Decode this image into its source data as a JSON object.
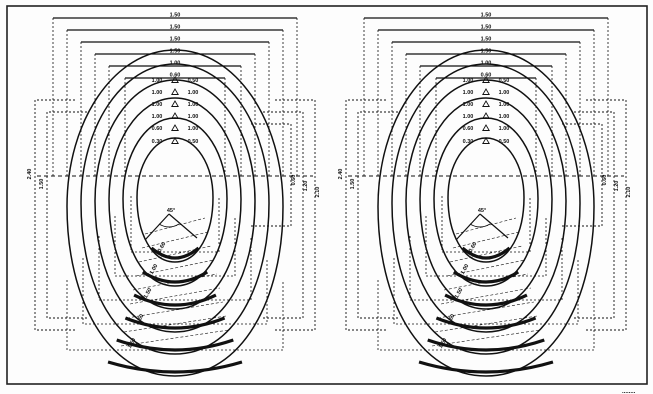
{
  "figure": {
    "panels": [
      {
        "id": "left",
        "top_widths": [
          "1.50",
          "1.50",
          "1.50",
          "1.50",
          "1.00",
          "0.60"
        ],
        "inner_pairs": [
          [
            "1.00",
            "0.50"
          ],
          [
            "1.00",
            "1.00"
          ],
          [
            "1.00",
            "1.00"
          ],
          [
            "1.00",
            "1.00"
          ],
          [
            "0.60",
            "1.00"
          ],
          [
            "0.30",
            "0.50"
          ]
        ],
        "side_left": [
          "2.40",
          "1.50"
        ],
        "side_right": [
          "0.60",
          "1.20",
          "2.10"
        ],
        "lower_marks": [
          "0.60",
          "1.00",
          "1.50",
          "1.50",
          "1.50"
        ],
        "bottom_angle": "45°"
      },
      {
        "id": "right",
        "top_widths": [
          "1.50",
          "1.50",
          "1.50",
          "1.50",
          "1.00",
          "0.60"
        ],
        "inner_pairs": [
          [
            "1.00",
            "0.50"
          ],
          [
            "1.00",
            "1.00"
          ],
          [
            "1.00",
            "1.00"
          ],
          [
            "1.00",
            "1.00"
          ],
          [
            "0.60",
            "1.00"
          ],
          [
            "0.30",
            "0.50"
          ]
        ],
        "side_left": [
          "2.40",
          "1.50"
        ],
        "side_right": [
          "0.60",
          "1.20",
          "2.10"
        ],
        "lower_marks": [
          "0.60",
          "1.00",
          "1.50",
          "1.50",
          "1.50"
        ],
        "bottom_angle": "45°"
      }
    ],
    "footer_mark": "........"
  },
  "style": {
    "ink": "#111111",
    "background": "#fdfdfd"
  }
}
